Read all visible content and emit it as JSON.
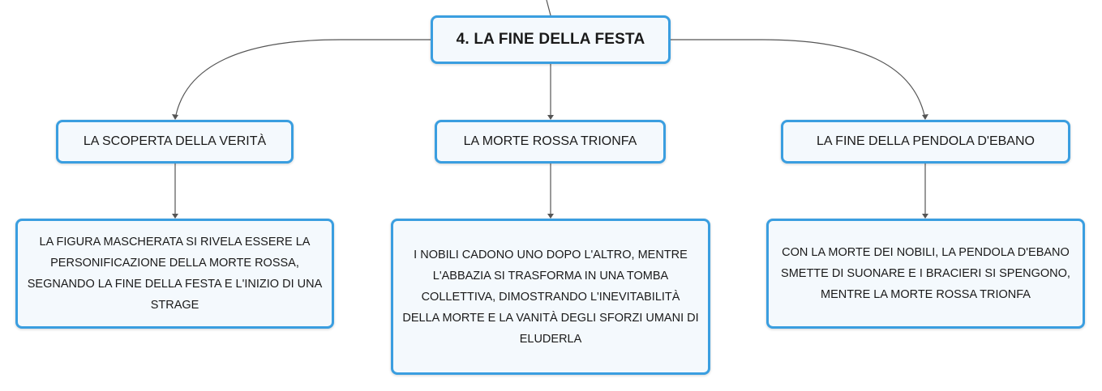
{
  "root": {
    "label": "4. LA FINE DELLA FESTA"
  },
  "topics": [
    {
      "label": "LA SCOPERTA DELLA VERITÀ"
    },
    {
      "label": "LA MORTE ROSSA TRIONFA"
    },
    {
      "label": "LA FINE DELLA PENDOLA D'EBANO"
    }
  ],
  "details": [
    {
      "text": "LA FIGURA MASCHERATA SI RIVELA ESSERE LA PERSONIFICAZIONE DELLA MORTE ROSSA, SEGNANDO LA FINE DELLA FESTA E L'INIZIO DI UNA STRAGE"
    },
    {
      "text": "I NOBILI CADONO UNO DOPO L'ALTRO, MENTRE L'ABBAZIA SI TRASFORMA IN UNA TOMBA COLLETTIVA, DIMOSTRANDO L'INEVITABILITÀ DELLA MORTE E LA VANITÀ DEGLI SFORZI UMANI DI ELUDERLA"
    },
    {
      "text": "CON LA MORTE DEI NOBILI, LA PENDOLA D'EBANO SMETTE DI SUONARE E I BRACIERI SI SPENGONO, MENTRE LA MORTE ROSSA TRIONFA"
    }
  ],
  "colors": {
    "border": "#3a9ee0",
    "fill": "#f4f9fd",
    "connector": "#555555"
  }
}
